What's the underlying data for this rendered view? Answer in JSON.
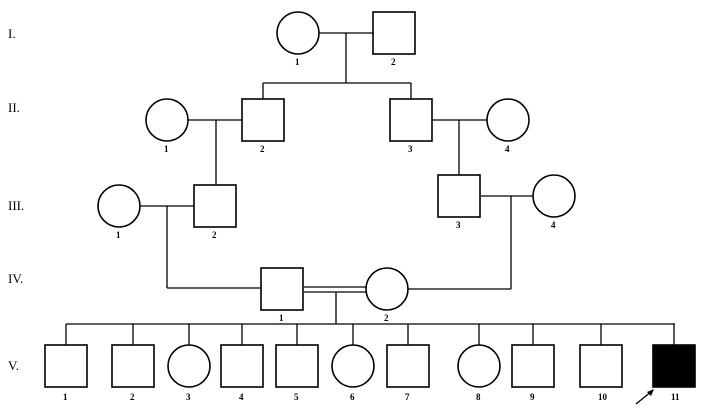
{
  "generation_labels": [
    "I.",
    "II.",
    "III.",
    "IV.",
    "V."
  ],
  "individuals": [
    {
      "id": "I-1",
      "generation": "I.",
      "number": "1",
      "sex": "female",
      "affected": false
    },
    {
      "id": "I-2",
      "generation": "I.",
      "number": "2",
      "sex": "male",
      "affected": false
    },
    {
      "id": "II-1",
      "generation": "II.",
      "number": "1",
      "sex": "female",
      "affected": false
    },
    {
      "id": "II-2",
      "generation": "II.",
      "number": "2",
      "sex": "male",
      "affected": false
    },
    {
      "id": "II-3",
      "generation": "II.",
      "number": "3",
      "sex": "male",
      "affected": false
    },
    {
      "id": "II-4",
      "generation": "II.",
      "number": "4",
      "sex": "female",
      "affected": false
    },
    {
      "id": "III-1",
      "generation": "III.",
      "number": "1",
      "sex": "female",
      "affected": false
    },
    {
      "id": "III-2",
      "generation": "III.",
      "number": "2",
      "sex": "male",
      "affected": false
    },
    {
      "id": "III-3",
      "generation": "III.",
      "number": "3",
      "sex": "male",
      "affected": false
    },
    {
      "id": "III-4",
      "generation": "III.",
      "number": "4",
      "sex": "female",
      "affected": false
    },
    {
      "id": "IV-1",
      "generation": "IV.",
      "number": "1",
      "sex": "male",
      "affected": false
    },
    {
      "id": "IV-2",
      "generation": "IV.",
      "number": "2",
      "sex": "female",
      "affected": false
    },
    {
      "id": "V-1",
      "generation": "V.",
      "number": "1",
      "sex": "male",
      "affected": false
    },
    {
      "id": "V-2",
      "generation": "V.",
      "number": "2",
      "sex": "male",
      "affected": false
    },
    {
      "id": "V-3",
      "generation": "V.",
      "number": "3",
      "sex": "female",
      "affected": false
    },
    {
      "id": "V-4",
      "generation": "V.",
      "number": "4",
      "sex": "male",
      "affected": false
    },
    {
      "id": "V-5",
      "generation": "V.",
      "number": "5",
      "sex": "male",
      "affected": false
    },
    {
      "id": "V-6",
      "generation": "V.",
      "number": "6",
      "sex": "female",
      "affected": false
    },
    {
      "id": "V-7",
      "generation": "V.",
      "number": "7",
      "sex": "male",
      "affected": false
    },
    {
      "id": "V-8",
      "generation": "V.",
      "number": "8",
      "sex": "female",
      "affected": false
    },
    {
      "id": "V-9",
      "generation": "V.",
      "number": "9",
      "sex": "male",
      "affected": false
    },
    {
      "id": "V-10",
      "generation": "V.",
      "number": "10",
      "sex": "male",
      "affected": false
    },
    {
      "id": "V-11",
      "generation": "V.",
      "number": "11",
      "sex": "male",
      "affected": true,
      "proband": true
    }
  ],
  "unions": [
    {
      "partners": [
        "I-1",
        "I-2"
      ],
      "children": [
        "II-2",
        "II-3"
      ]
    },
    {
      "partners": [
        "II-1",
        "II-2"
      ],
      "children": [
        "III-2"
      ]
    },
    {
      "partners": [
        "II-3",
        "II-4"
      ],
      "children": [
        "III-3"
      ]
    },
    {
      "partners": [
        "III-1",
        "III-2"
      ],
      "children": [
        "IV-1"
      ]
    },
    {
      "partners": [
        "III-3",
        "III-4"
      ],
      "children": [
        "IV-2"
      ]
    },
    {
      "partners": [
        "IV-1",
        "IV-2"
      ],
      "consanguineous": true,
      "children": [
        "V-1",
        "V-2",
        "V-3",
        "V-4",
        "V-5",
        "V-6",
        "V-7",
        "V-8",
        "V-9",
        "V-10",
        "V-11"
      ]
    }
  ],
  "colors": {
    "line": "#000000",
    "affected_fill": "#000000",
    "unaffected_fill": "#ffffff"
  }
}
